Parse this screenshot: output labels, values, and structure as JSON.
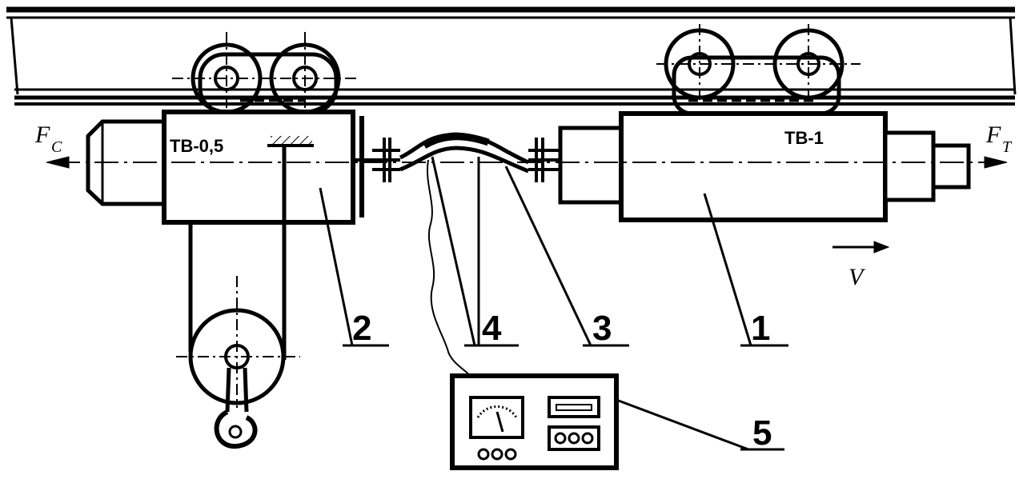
{
  "hoists": {
    "left_label": "ТВ-0,5",
    "right_label": "ТВ-1"
  },
  "forces": {
    "left_symbol": "F",
    "left_subscript": "C",
    "right_symbol": "F",
    "right_subscript": "T"
  },
  "velocity_symbol": "V",
  "callouts": [
    "1",
    "2",
    "3",
    "4",
    "5"
  ],
  "colors": {
    "ink": "#000000",
    "paper": "#ffffff"
  }
}
